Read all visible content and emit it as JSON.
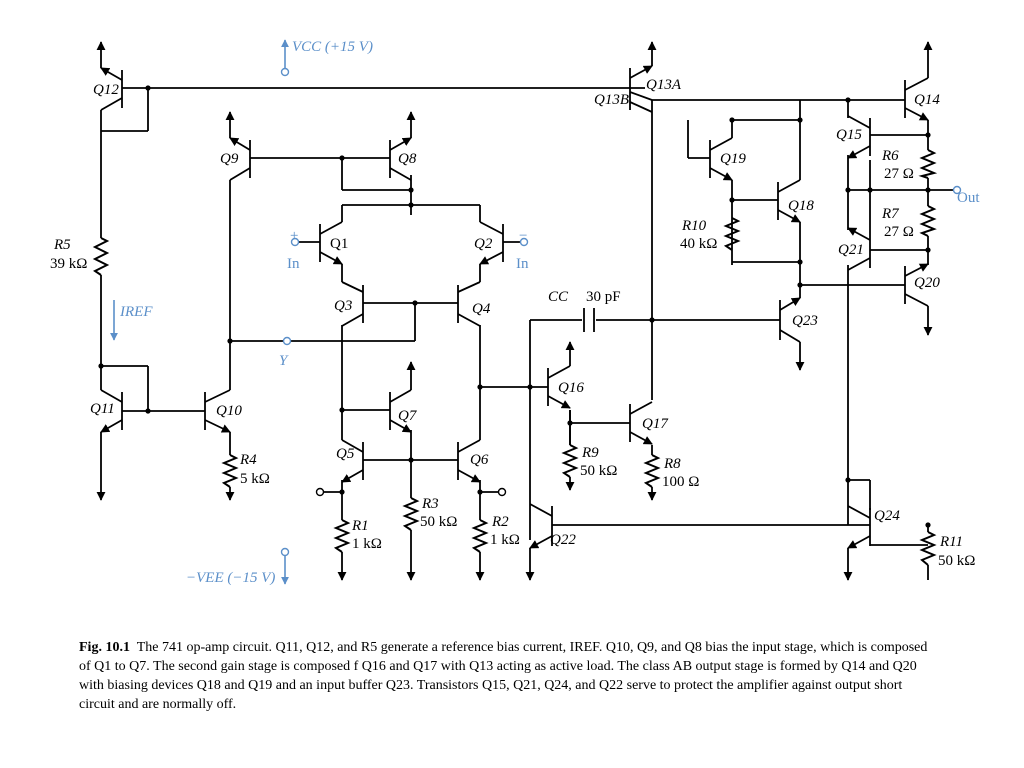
{
  "supply": {
    "vcc_label": "VCC (+15 V)",
    "vee_label": "−VEE (−15 V)"
  },
  "transistors": [
    "Q12",
    "Q11",
    "Q9",
    "Q10",
    "Q8",
    "Q1",
    "Q2",
    "Q3",
    "Q4",
    "Q7",
    "Q5",
    "Q6",
    "Q13A",
    "Q13B",
    "Q16",
    "Q17",
    "Q22",
    "Q19",
    "Q18",
    "Q23",
    "Q14",
    "Q15",
    "Q21",
    "Q20",
    "Q24"
  ],
  "resistors": [
    {
      "name": "R5",
      "value": "39 kΩ"
    },
    {
      "name": "R4",
      "value": "5 kΩ"
    },
    {
      "name": "R1",
      "value": "1 kΩ"
    },
    {
      "name": "R3",
      "value": "50 kΩ"
    },
    {
      "name": "R2",
      "value": "1 kΩ"
    },
    {
      "name": "R9",
      "value": "50 kΩ"
    },
    {
      "name": "R8",
      "value": "100 Ω"
    },
    {
      "name": "R10",
      "value": "40 kΩ"
    },
    {
      "name": "R6",
      "value": "27 Ω"
    },
    {
      "name": "R7",
      "value": "27 Ω"
    },
    {
      "name": "R11",
      "value": "50 kΩ"
    }
  ],
  "capacitor": {
    "name": "CC",
    "value": "30 pF"
  },
  "nodes": {
    "in_plus": "In",
    "in_minus": "In",
    "plus_sign": "+",
    "minus_sign": "−",
    "y": "Y",
    "out": "Out",
    "iref": "IREF"
  },
  "caption": {
    "label": "Fig. 10.1",
    "text": "The 741 op-amp circuit. Q11, Q12, and R5 generate a reference bias current, IREF. Q10, Q9, and Q8 bias the input stage, which is composed of Q1 to Q7. The second gain stage is composed f Q16 and Q17 with Q13 acting as active load. The class AB output stage is formed by Q14 and Q20 with biasing devices Q18 and Q19 and an input buffer Q23. Transistors Q15, Q21, Q24, and Q22 serve to protect the amplifier against output short circuit and are normally off."
  }
}
